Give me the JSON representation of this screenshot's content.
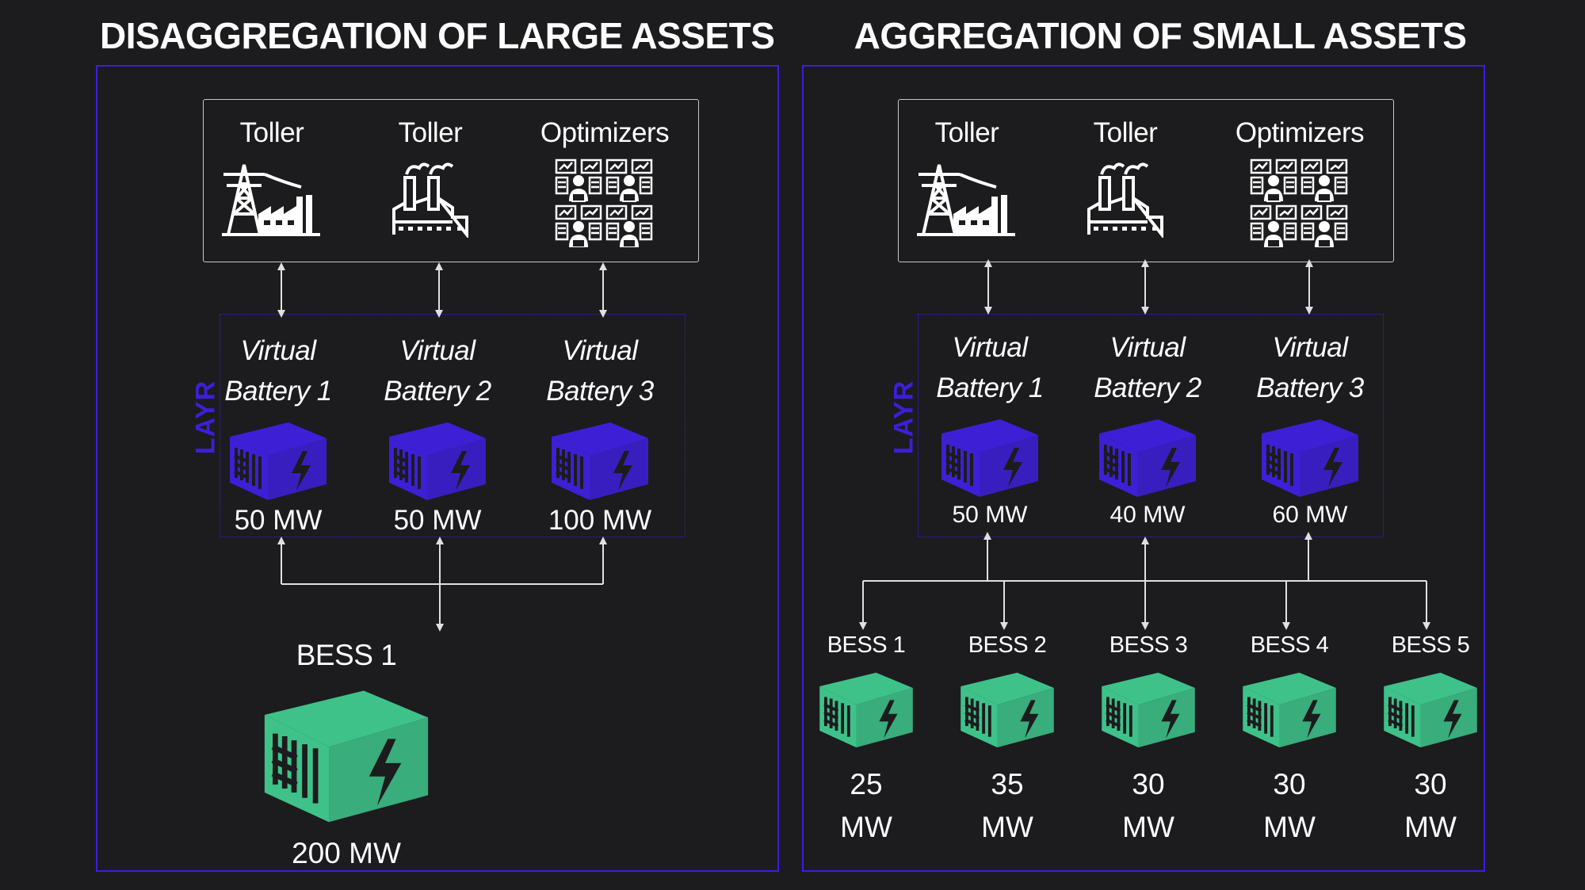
{
  "colors": {
    "background": "#1c1b1e",
    "layr_purple": "#3d1fd6",
    "bess_green": "#3ec28a",
    "text": "#ffffff"
  },
  "left": {
    "title": "DISAGGREGATION OF LARGE ASSETS",
    "entities": [
      {
        "label": "Toller",
        "icon": "power-tower-factory-icon"
      },
      {
        "label": "Toller",
        "icon": "factory-icon"
      },
      {
        "label": "Optimizers",
        "icon": "traders-icon"
      }
    ],
    "layr_label": "LAYR",
    "virtual_batteries": [
      {
        "line1": "Virtual",
        "line2": "Battery 1",
        "capacity": "50 MW"
      },
      {
        "line1": "Virtual",
        "line2": "Battery 2",
        "capacity": "50 MW"
      },
      {
        "line1": "Virtual",
        "line2": "Battery 3",
        "capacity": "100 MW"
      }
    ],
    "bess": {
      "name": "BESS 1",
      "capacity": "200 MW"
    }
  },
  "right": {
    "title": "AGGREGATION OF SMALL ASSETS",
    "entities": [
      {
        "label": "Toller",
        "icon": "power-tower-factory-icon"
      },
      {
        "label": "Toller",
        "icon": "factory-icon"
      },
      {
        "label": "Optimizers",
        "icon": "traders-icon"
      }
    ],
    "layr_label": "LAYR",
    "virtual_batteries": [
      {
        "line1": "Virtual",
        "line2": "Battery 1",
        "capacity": "50 MW"
      },
      {
        "line1": "Virtual",
        "line2": "Battery 2",
        "capacity": "40 MW"
      },
      {
        "line1": "Virtual",
        "line2": "Battery 3",
        "capacity": "60 MW"
      }
    ],
    "bess": [
      {
        "name": "BESS 1",
        "capacity_value": "25",
        "capacity_unit": "MW"
      },
      {
        "name": "BESS 2",
        "capacity_value": "35",
        "capacity_unit": "MW"
      },
      {
        "name": "BESS 3",
        "capacity_value": "30",
        "capacity_unit": "MW"
      },
      {
        "name": "BESS 4",
        "capacity_value": "30",
        "capacity_unit": "MW"
      },
      {
        "name": "BESS 5",
        "capacity_value": "30",
        "capacity_unit": "MW"
      }
    ]
  }
}
